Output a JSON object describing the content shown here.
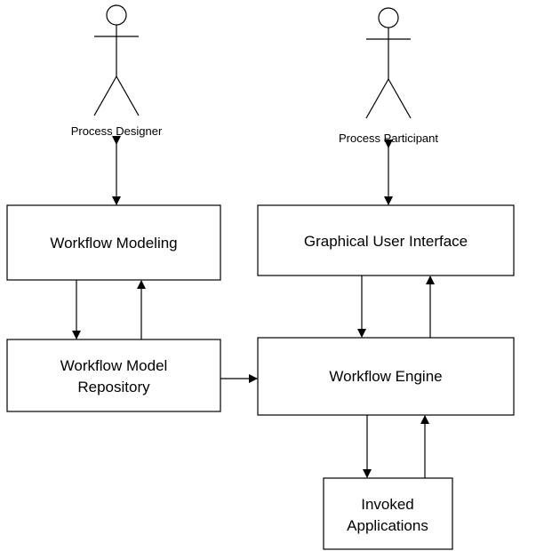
{
  "actors": {
    "designer": {
      "label": "Process Designer"
    },
    "participant": {
      "label": "Process Participant"
    }
  },
  "boxes": {
    "modeling": {
      "line1": "Workflow Modeling"
    },
    "repository": {
      "line1": "Workflow Model",
      "line2": "Repository"
    },
    "gui": {
      "line1": "Graphical User Interface"
    },
    "engine": {
      "line1": "Workflow Engine"
    },
    "invoked": {
      "line1": "Invoked",
      "line2": "Applications"
    }
  }
}
